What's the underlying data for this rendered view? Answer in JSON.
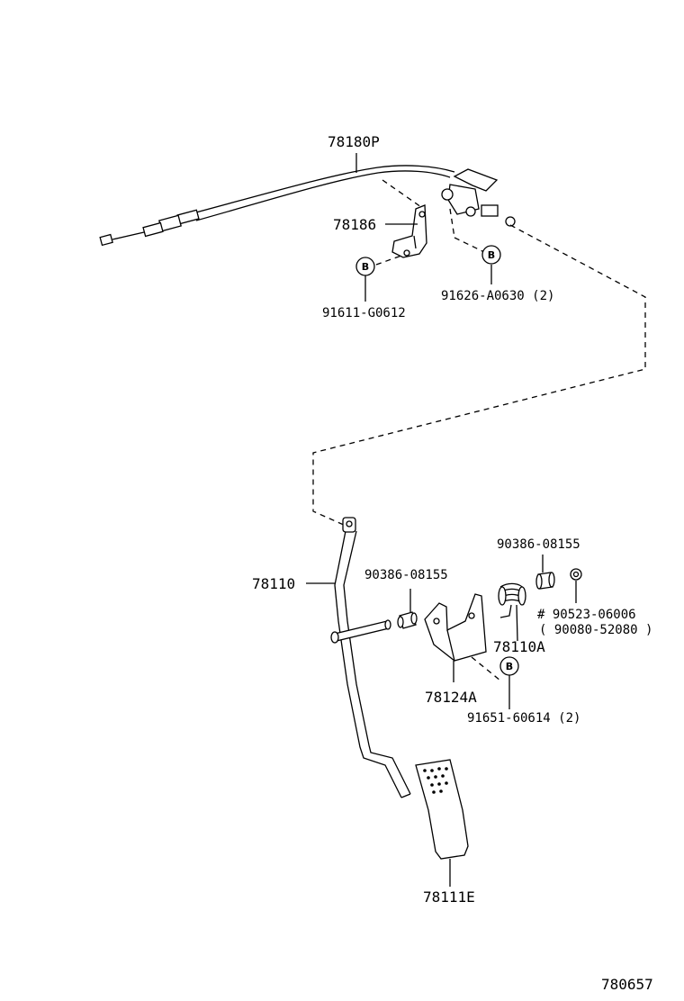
{
  "diagram_id": "780657",
  "bolt_marker": "B",
  "parts": {
    "cable": "78180P",
    "bracket": "78186",
    "bolt_upper_left": "91611-G0612",
    "bolt_upper_right": "91626-A0630 (2)",
    "pedal_arm": "78110",
    "bushing_left": "90386-08155",
    "bushing_right": "90386-08155",
    "spring": "78110A",
    "nut": "# 90523-06006",
    "nut_alt": "( 90080-52080 )",
    "pedal_bracket": "78124A",
    "bolt_lower": "91651-60614 (2)",
    "pedal_pad": "78111E"
  }
}
